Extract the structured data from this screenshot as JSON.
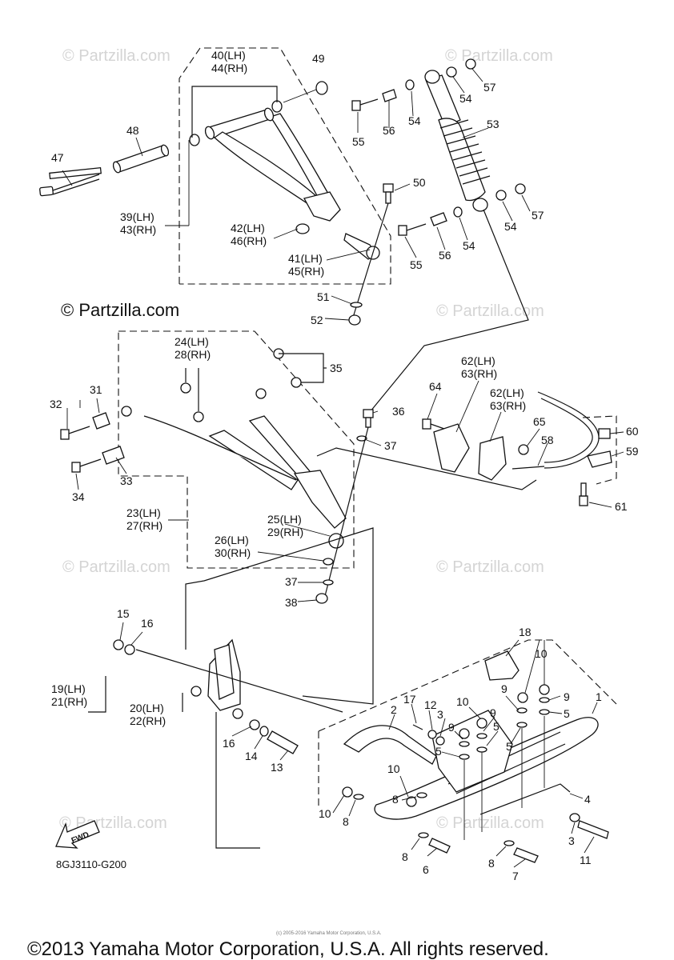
{
  "watermarks": {
    "small": "© Partzilla.com",
    "large": "© Partzilla.com"
  },
  "diagram_code": "8GJ3110-G200",
  "fwd_label": "FWD",
  "copyright": "©2013 Yamaha Motor Corporation, U.S.A. All rights reserved.",
  "fine_print": "(c) 2005-2016 Yamaha Motor Corporation, U.S.A.",
  "callouts": {
    "p40_44": [
      "40(LH)",
      "44(RH)"
    ],
    "p49": "49",
    "p48": "48",
    "p47": "47",
    "p39_43": [
      "39(LH)",
      "43(RH)"
    ],
    "p42_46": [
      "42(LH)",
      "46(RH)"
    ],
    "p41_45": [
      "41(LH)",
      "45(RH)"
    ],
    "p50": "50",
    "p51": "51",
    "p52": "52",
    "p57a": "57",
    "p54a": "54",
    "p54b": "54",
    "p55a": "55",
    "p56a": "56",
    "p53": "53",
    "p54c": "54",
    "p57b": "57",
    "p55b": "55",
    "p56b": "56",
    "p54d": "54",
    "p24_28": [
      "24(LH)",
      "28(RH)"
    ],
    "p35": "35",
    "p31": "31",
    "p32": "32",
    "p33": "33",
    "p34": "34",
    "p23_27": [
      "23(LH)",
      "27(RH)"
    ],
    "p25_29": [
      "25(LH)",
      "29(RH)"
    ],
    "p26_30": [
      "26(LH)",
      "30(RH)"
    ],
    "p36": "36",
    "p37a": "37",
    "p37b": "37",
    "p38": "38",
    "p64": "64",
    "p62_63a": [
      "62(LH)",
      "63(RH)"
    ],
    "p62_63b": [
      "62(LH)",
      "63(RH)"
    ],
    "p65": "65",
    "p58": "58",
    "p60": "60",
    "p59": "59",
    "p61": "61",
    "p15": "15",
    "p16a": "16",
    "p19_21": [
      "19(LH)",
      "21(RH)"
    ],
    "p20_22": [
      "20(LH)",
      "22(RH)"
    ],
    "p16b": "16",
    "p14": "14",
    "p13": "13",
    "p18": "18",
    "p10a": "10",
    "p9a": "9",
    "p9b": "9",
    "p5a": "5",
    "p1": "1",
    "p17": "17",
    "p12": "12",
    "p10b": "10",
    "p2": "2",
    "p3a": "3",
    "p9c": "9",
    "p9d": "9",
    "p5b": "5",
    "p5c": "5",
    "p5d": "5",
    "p10c": "10",
    "p8a": "8",
    "p10d": "10",
    "p8b": "8",
    "p4": "4",
    "p3b": "3",
    "p11": "11",
    "p8c": "8",
    "p6": "6",
    "p8d": "8",
    "p7": "7"
  }
}
